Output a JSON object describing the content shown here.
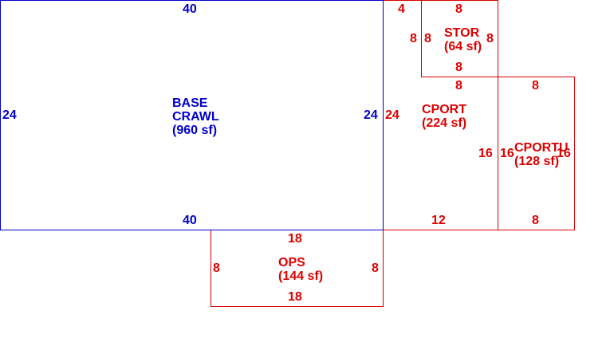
{
  "colors": {
    "primary_area": "#0000cc",
    "secondary_area": "#dd0000",
    "background": "#ffffff"
  },
  "areas": {
    "base": {
      "line1": "BASE",
      "line2": "CRAWL",
      "line3": "(960 sf)"
    },
    "stor": {
      "line1": "STOR",
      "line2": "(64 sf)"
    },
    "cport": {
      "line1": "CPORT",
      "line2": "(224 sf)"
    },
    "cportu": {
      "line1": "CPORTU",
      "line2": "(128 sf)"
    },
    "ops": {
      "line1": "OPS",
      "line2": "(144 sf)"
    }
  },
  "dimensions": {
    "base_top": "40",
    "base_bottom": "40",
    "base_left": "24",
    "base_right": "24",
    "cport_top_left": "4",
    "cport_left": "24",
    "cport_bottom": "12",
    "cport_right": "16",
    "cport_step_outer": "8",
    "stor_top": "8",
    "stor_bottom": "8",
    "stor_left": "8",
    "stor_right": "8",
    "cportu_top": "8",
    "cportu_bottom": "8",
    "cportu_left": "16",
    "cportu_right": "16",
    "cport_top_right": "8",
    "ops_top": "18",
    "ops_bottom": "18",
    "ops_left": "8",
    "ops_right": "8"
  }
}
